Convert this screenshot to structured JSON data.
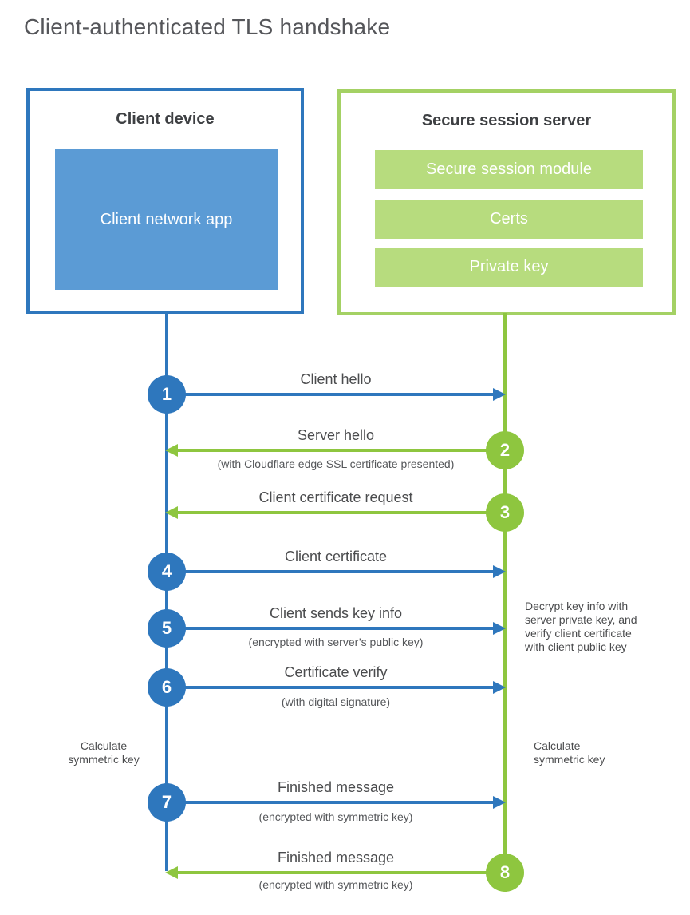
{
  "title": "Client-authenticated TLS handshake",
  "client": {
    "label": "Client device",
    "app": "Client network app"
  },
  "server": {
    "label": "Secure session server",
    "modules": [
      "Secure session module",
      "Certs",
      "Private key"
    ]
  },
  "steps": [
    {
      "num": "1",
      "label": "Client hello",
      "sub": "",
      "direction": "client-to-server"
    },
    {
      "num": "2",
      "label": "Server hello",
      "sub": "(with Cloudflare edge SSL certificate presented)",
      "direction": "server-to-client"
    },
    {
      "num": "3",
      "label": "Client certificate request",
      "sub": "",
      "direction": "server-to-client"
    },
    {
      "num": "4",
      "label": "Client certificate",
      "sub": "",
      "direction": "client-to-server"
    },
    {
      "num": "5",
      "label": "Client sends key info",
      "sub": "(encrypted with server’s public key)",
      "direction": "client-to-server"
    },
    {
      "num": "6",
      "label": "Certificate verify",
      "sub": "(with digital signature)",
      "direction": "client-to-server"
    },
    {
      "num": "7",
      "label": "Finished message",
      "sub": "(encrypted with symmetric key)",
      "direction": "client-to-server"
    },
    {
      "num": "8",
      "label": "Finished message",
      "sub": "(encrypted with symmetric key)",
      "direction": "server-to-client"
    }
  ],
  "notes": {
    "decrypt": "Decrypt key info with\nserver private key, and\nverify client certificate\nwith client public key",
    "client_calculate": "Calculate\nsymmetric key",
    "server_calculate": "Calculate\nsymmetric key"
  },
  "colors": {
    "blue": "#2E77BD",
    "blue_light": "#5B9BD5",
    "green": "#8EC63F",
    "green_border": "#A4D164",
    "green_light": "#B7DC7E"
  }
}
